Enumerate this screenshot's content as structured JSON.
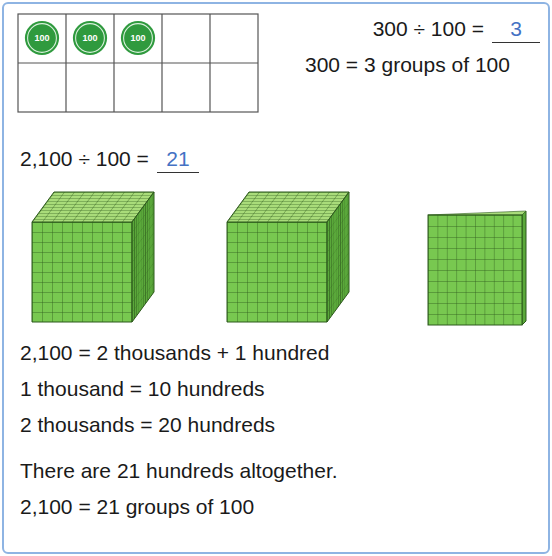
{
  "diagram": {
    "nodes": [
      {
        "text": [
          "100"
        ]
      },
      {
        "text": [
          "100"
        ]
      },
      {
        "text": [
          "100"
        ]
      }
    ],
    "labels": [
      "300 ÷ 100 =",
      "3",
      "300 = 3 groups of 100",
      "2,100 ÷ 100 =",
      "21",
      "2,100 = 2 thousands + 1 hundred",
      "1 thousand =  10 hundreds",
      "2 thousands = 20 hundreds",
      "There are 21 hundreds altogether.",
      "2,100 = 21 groups of 100"
    ]
  }
}
